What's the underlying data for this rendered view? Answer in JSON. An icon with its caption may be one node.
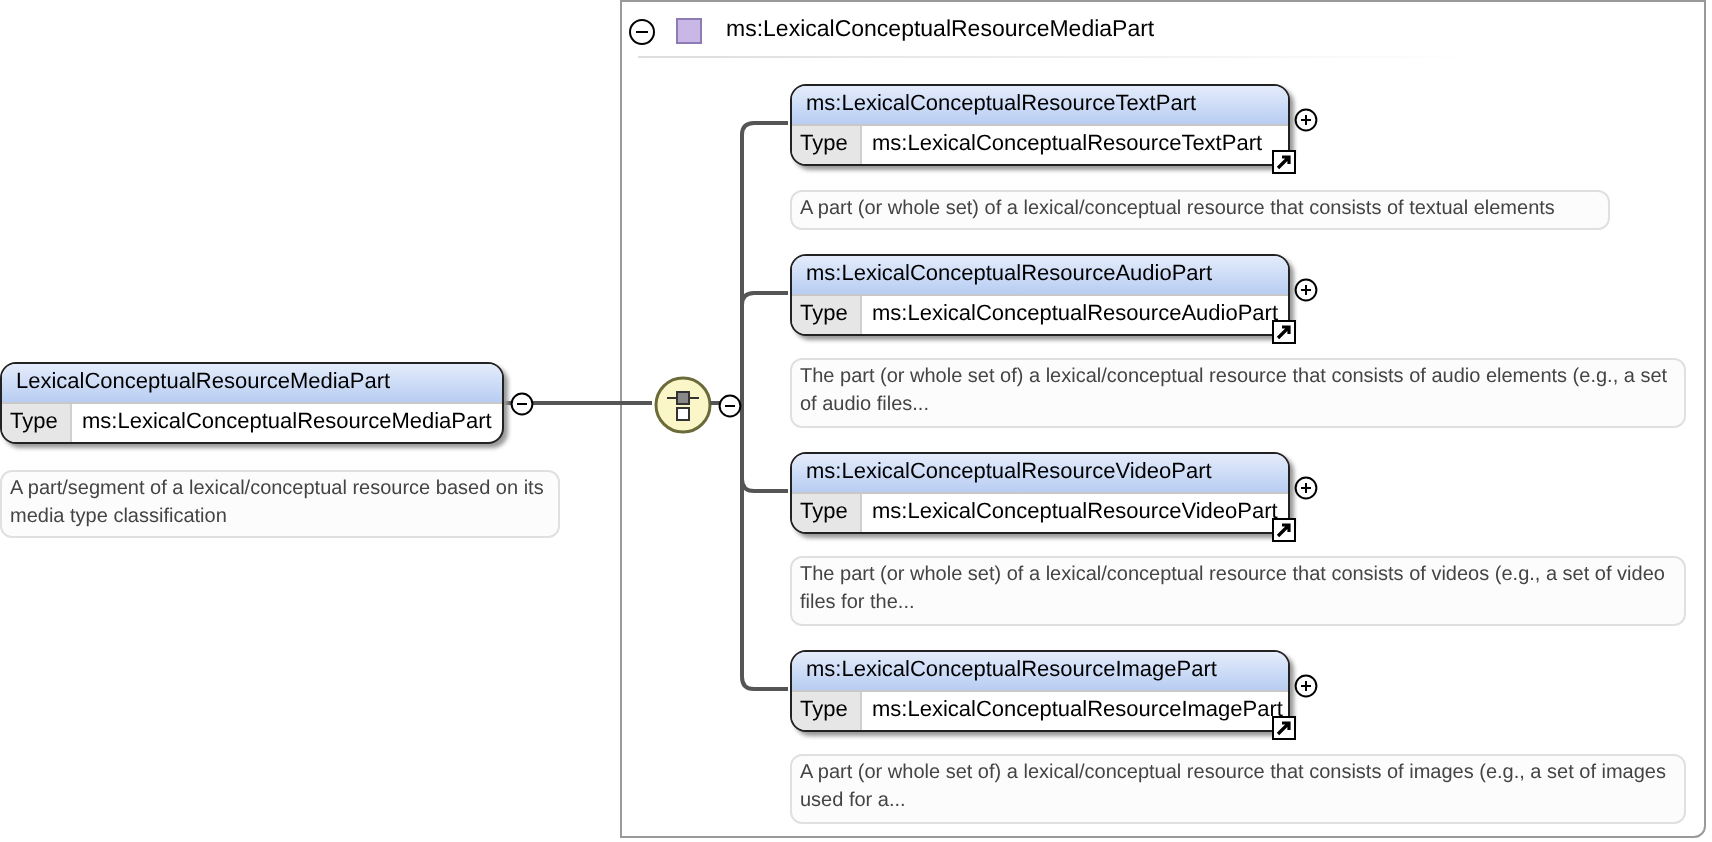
{
  "diagram": {
    "nodes": [
      {
        "text": [
          "ms:LexicalConceptualResourceMediaPart"
        ]
      },
      {
        "text": [
          "LexicalConceptualResourceMediaPart",
          "Type",
          "ms:LexicalConceptualResourceMediaPart"
        ],
        "beside": [
          "A part/segment of a lexical/conceptual resource based on its media type classification"
        ]
      },
      {
        "text": [],
        "shape": "circle",
        "in": 0
      },
      {
        "text": [
          "ms:LexicalConceptualResourceTextPart",
          "Type",
          "ms:LexicalConceptualResourceTextPart"
        ],
        "beside": [
          "A part (or whole set) of a lexical/conceptual resource that consists of textual elements"
        ],
        "in": 0
      },
      {
        "text": [
          "ms:LexicalConceptualResourceAudioPart",
          "Type",
          "ms:LexicalConceptualResourceAudioPart"
        ],
        "beside": [
          "The part (or whole set of) a lexical/conceptual resource that consists of audio elements (e.g., a set of audio files..."
        ],
        "in": 0
      },
      {
        "text": [
          "ms:LexicalConceptualResourceVideoPart",
          "Type",
          "ms:LexicalConceptualResourceVideoPart"
        ],
        "beside": [
          "The part (or whole set) of a lexical/conceptual resource that consists of videos (e.g., a set of video files for the..."
        ],
        "in": 0
      },
      {
        "text": [
          "ms:LexicalConceptualResourceImagePart",
          "Type",
          "ms:LexicalConceptualResourceImagePart"
        ],
        "beside": [
          "A part (or whole set of) a lexical/conceptual resource that consists of images (e.g., a set of images used for a..."
        ],
        "in": 0
      }
    ],
    "edges": [
      {
        "from": 1,
        "to": 2,
        "arrow": "none"
      },
      {
        "from": 2,
        "to": 3,
        "arrow": "none"
      },
      {
        "from": 2,
        "to": 4,
        "arrow": "none"
      },
      {
        "from": 2,
        "to": 5,
        "arrow": "none"
      },
      {
        "from": 2,
        "to": 6,
        "arrow": "none"
      }
    ]
  }
}
